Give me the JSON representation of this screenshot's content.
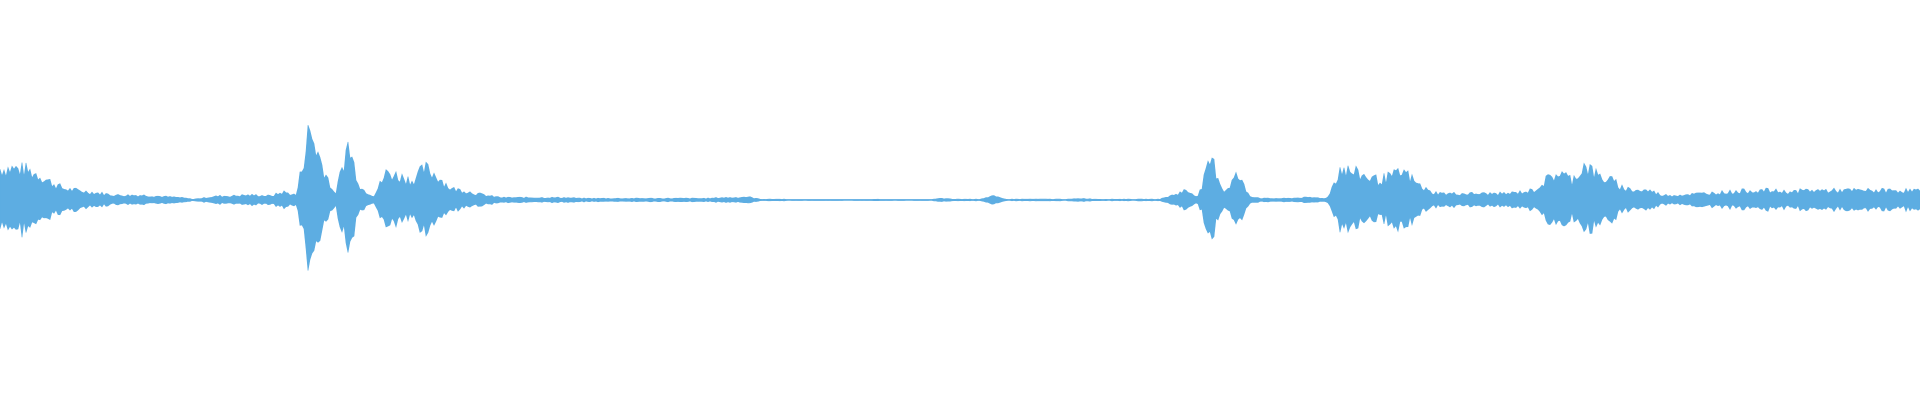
{
  "waveform": {
    "color": "#5dade2",
    "background": "#ffffff",
    "envelope": [
      0.4,
      0.4,
      0.38,
      0.32,
      0.22,
      0.14,
      0.12,
      0.1,
      0.08,
      0.06,
      0.06,
      0.06,
      0.05,
      0.04,
      0.03,
      0.01,
      0.03,
      0.05,
      0.05,
      0.06,
      0.06,
      0.05,
      0.1,
      0.06,
      0.9,
      0.45,
      0.05,
      0.7,
      0.15,
      0.05,
      0.35,
      0.3,
      0.25,
      0.4,
      0.3,
      0.14,
      0.12,
      0.08,
      0.05,
      0.03,
      0.03,
      0.03,
      0.03,
      0.03,
      0.03,
      0.02,
      0.02,
      0.02,
      0.02,
      0.02,
      0.02,
      0.02,
      0.02,
      0.02,
      0.02,
      0.02,
      0.03,
      0.03,
      0.04,
      0.01,
      0.01,
      0.01,
      0.0,
      0.0,
      0.0,
      0.0,
      0.0,
      0.0,
      0.01,
      0.0,
      0.0,
      0.0,
      0.0,
      0.02,
      0.01,
      0.01,
      0.01,
      0.05,
      0.01,
      0.01,
      0.01,
      0.01,
      0.01,
      0.01,
      0.02,
      0.01,
      0.01,
      0.01,
      0.01,
      0.01,
      0.01,
      0.06,
      0.12,
      0.05,
      0.52,
      0.1,
      0.32,
      0.05,
      0.02,
      0.02,
      0.02,
      0.03,
      0.03,
      0.02,
      0.4,
      0.35,
      0.3,
      0.25,
      0.3,
      0.35,
      0.2,
      0.1,
      0.08,
      0.08,
      0.08,
      0.08,
      0.08,
      0.08,
      0.1,
      0.12,
      0.25,
      0.35,
      0.25,
      0.45,
      0.3,
      0.25,
      0.15,
      0.12,
      0.12,
      0.06,
      0.06,
      0.07,
      0.08,
      0.09,
      0.1,
      0.11,
      0.12,
      0.12,
      0.11,
      0.1,
      0.12,
      0.12,
      0.12,
      0.12,
      0.12,
      0.12,
      0.12,
      0.12,
      0.12,
      0.12
    ]
  }
}
